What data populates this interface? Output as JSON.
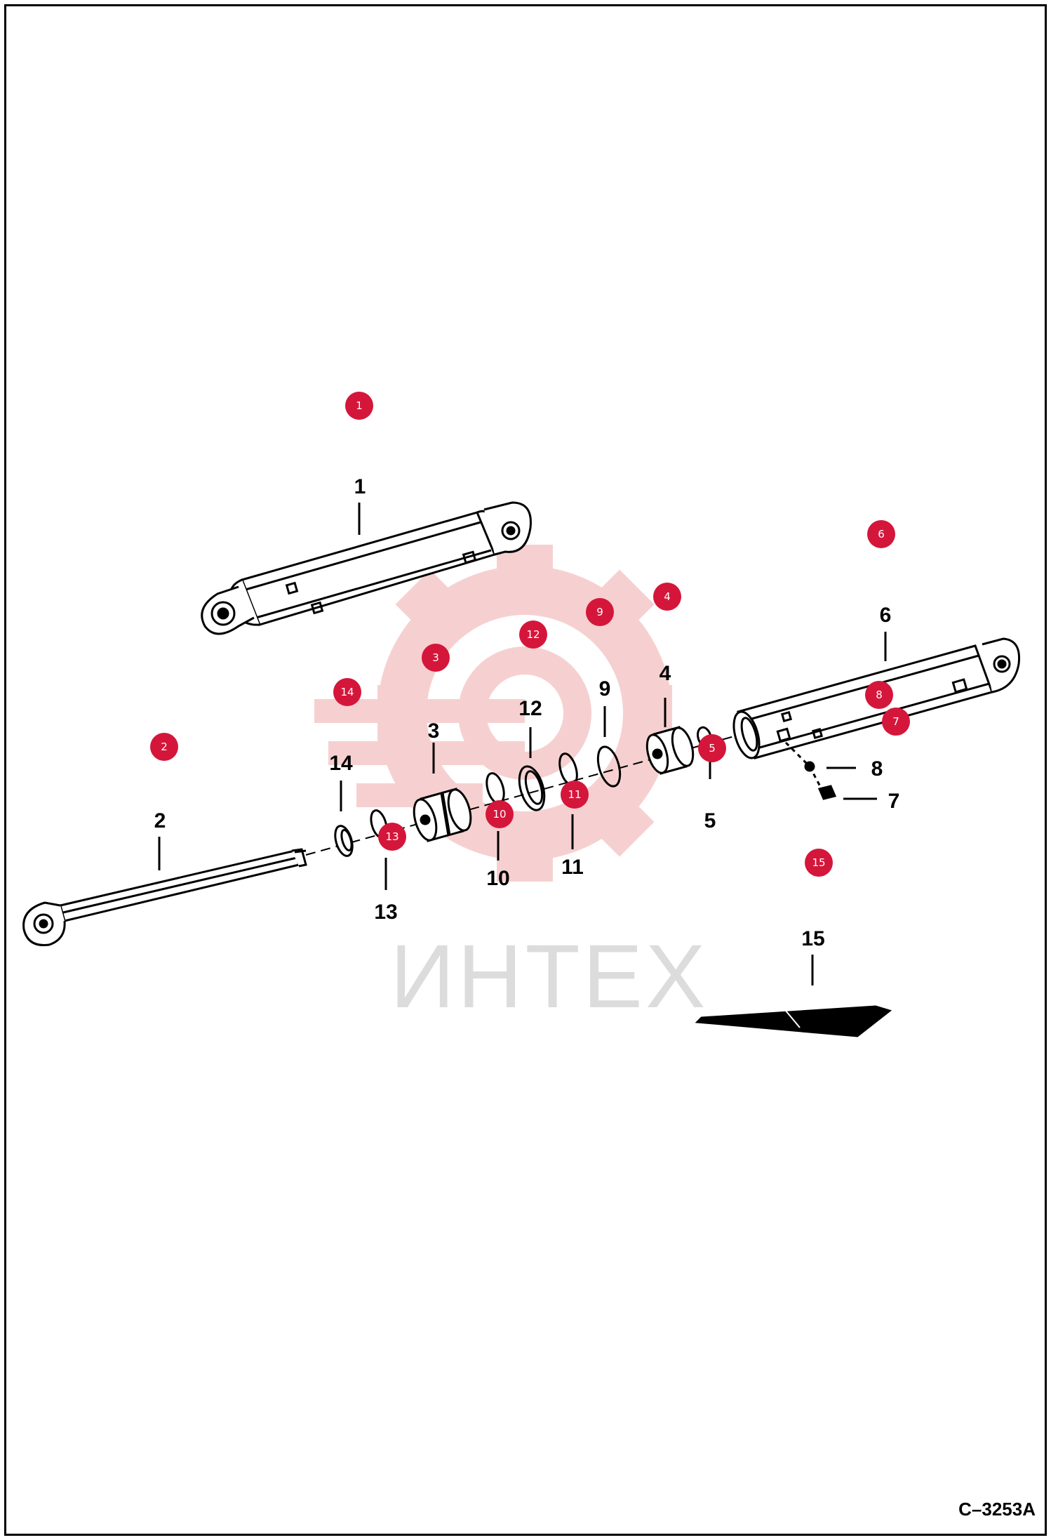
{
  "diagram": {
    "drawing_code": "C–3253A",
    "watermark_text": "ИНТЕХ",
    "colors": {
      "hotspot": "#d4163a",
      "watermark": "#f3c6c6",
      "ink": "#000000"
    },
    "callouts": [
      "1",
      "2",
      "3",
      "4",
      "5",
      "6",
      "7",
      "8",
      "9",
      "10",
      "11",
      "12",
      "13",
      "14",
      "15"
    ],
    "hotspots": [
      "1",
      "2",
      "3",
      "4",
      "5",
      "6",
      "7",
      "8",
      "9",
      "10",
      "11",
      "12",
      "13",
      "14",
      "15"
    ]
  }
}
